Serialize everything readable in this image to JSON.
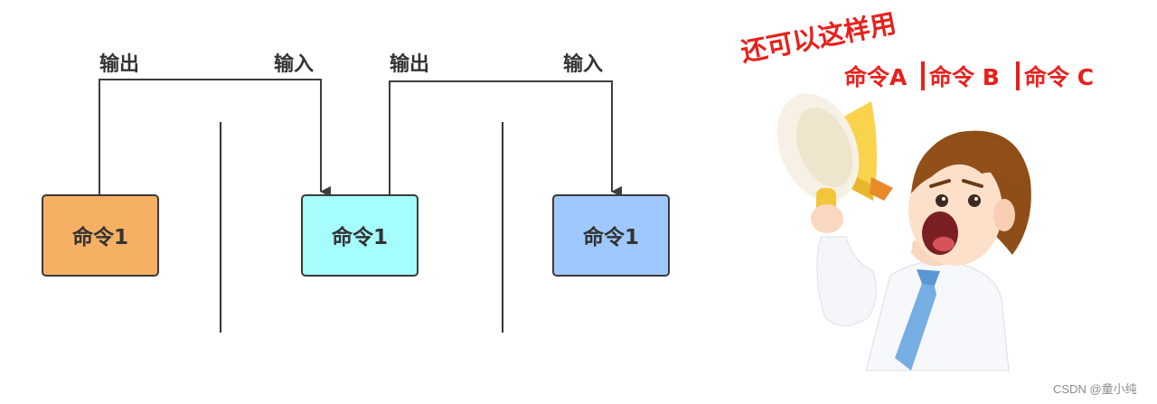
{
  "diagram": {
    "labels": {
      "output_1": "输出",
      "input_1": "输入",
      "output_2": "输出",
      "input_2": "输入"
    },
    "boxes": [
      {
        "label": "命令1",
        "color": "#f6b063"
      },
      {
        "label": "命令1",
        "color": "#a5fdfc"
      },
      {
        "label": "命令1",
        "color": "#9fc8fe"
      }
    ]
  },
  "callout": {
    "exclaim": "还可以这样用",
    "command_a": "命令A",
    "command_b": "命令 B",
    "command_c": "命令 C",
    "separator_color": "#e8201c",
    "text_color": "#e8201c"
  },
  "illustration": {
    "icon": "person-with-megaphone"
  },
  "watermark": "CSDN @童小纯"
}
